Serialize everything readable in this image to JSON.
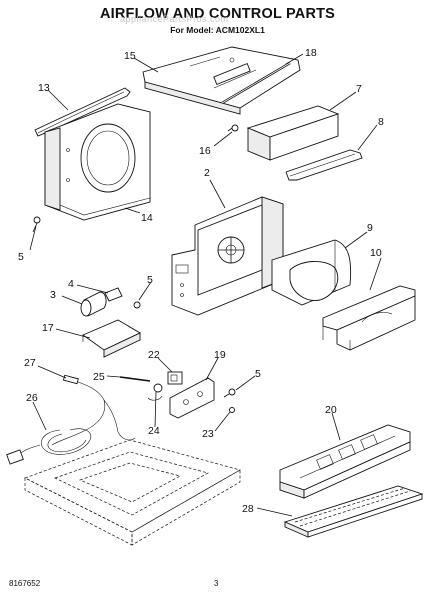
{
  "header": {
    "title": "AIRFLOW AND CONTROL PARTS",
    "subtitle": "For Model: ACM102XL1",
    "watermark": "appliancePartsPros.com"
  },
  "footer": {
    "doc_number": "8167652",
    "page_number": "3"
  },
  "callouts": {
    "c15": "15",
    "c18": "18",
    "c13": "13",
    "c7": "7",
    "c8": "8",
    "c16": "16",
    "c14": "14",
    "c5a": "5",
    "c2": "2",
    "c9": "9",
    "c10": "10",
    "c4": "4",
    "c5b": "5",
    "c3": "3",
    "c17": "17",
    "c27": "27",
    "c22": "22",
    "c19": "19",
    "c25": "25",
    "c5c": "5",
    "c26": "26",
    "c24": "24",
    "c23": "23",
    "c20": "20",
    "c28": "28"
  }
}
